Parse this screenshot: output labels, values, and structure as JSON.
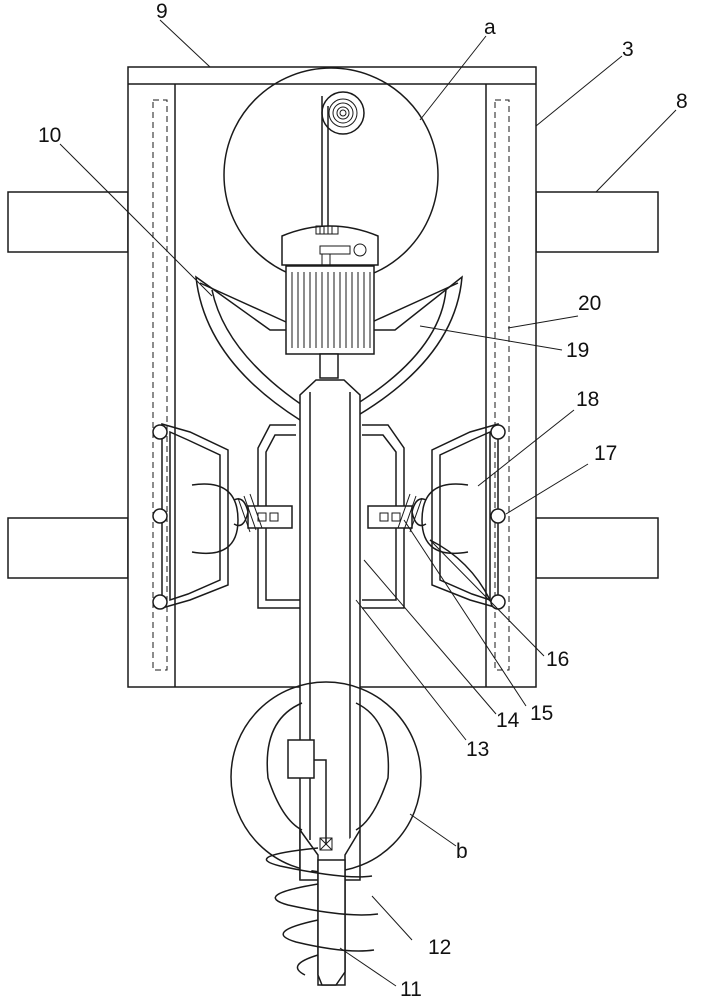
{
  "labels": {
    "l9": "9",
    "la": "a",
    "l3": "3",
    "l8": "8",
    "l10": "10",
    "l20": "20",
    "l19": "19",
    "l18": "18",
    "l17": "17",
    "l16": "16",
    "l15": "15",
    "l14": "14",
    "l13": "13",
    "lb": "b",
    "l12": "12",
    "l11": "11"
  },
  "colors": {
    "line": "#1a1a1a",
    "background": "#ffffff"
  }
}
